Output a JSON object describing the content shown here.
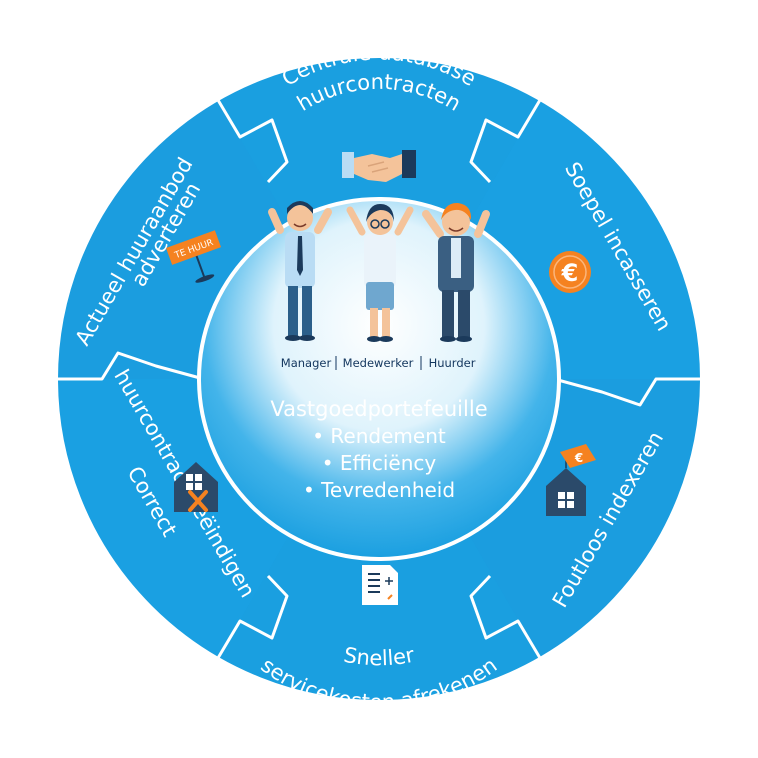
{
  "center": {
    "title": "Vastgoedportefeuille",
    "bullets": [
      "• Rendement",
      "• Efficiëncy",
      "• Tevredenheid"
    ],
    "roles": [
      "Manager",
      "Medewerker",
      "Huurder"
    ]
  },
  "segments": {
    "top": {
      "line1": "Centrale database",
      "line2": "huurcontracten"
    },
    "right_top": {
      "line1": "Soepel incasseren"
    },
    "right_bottom": {
      "line1": "Foutloos indexeren"
    },
    "bottom": {
      "line1": "Sneller",
      "line2": "servicekosten afrekenen"
    },
    "left_bottom": {
      "line1": "Correct",
      "line2": "huurcontract beëindigen"
    },
    "left_top": {
      "line1": "Actueel huuraanbod",
      "line2": "adverteren"
    }
  },
  "icons": {
    "top": "handshake-icon",
    "right_top": "euro-coin-icon",
    "right_bottom": "house-price-tag-icon",
    "bottom": "document-icon",
    "left_bottom": "house-cross-icon",
    "left_top": "for-rent-sign-icon"
  },
  "sign_text": "TE HUUR",
  "coin_symbol": "€",
  "tag_symbol": "€",
  "colors": {
    "ring_blue": "#1a9fe0",
    "ring_blue_dark": "#1584c8",
    "center_blue": "#1aa0e2",
    "navy": "#1b3a5b",
    "orange": "#f58220",
    "white": "#ffffff"
  }
}
